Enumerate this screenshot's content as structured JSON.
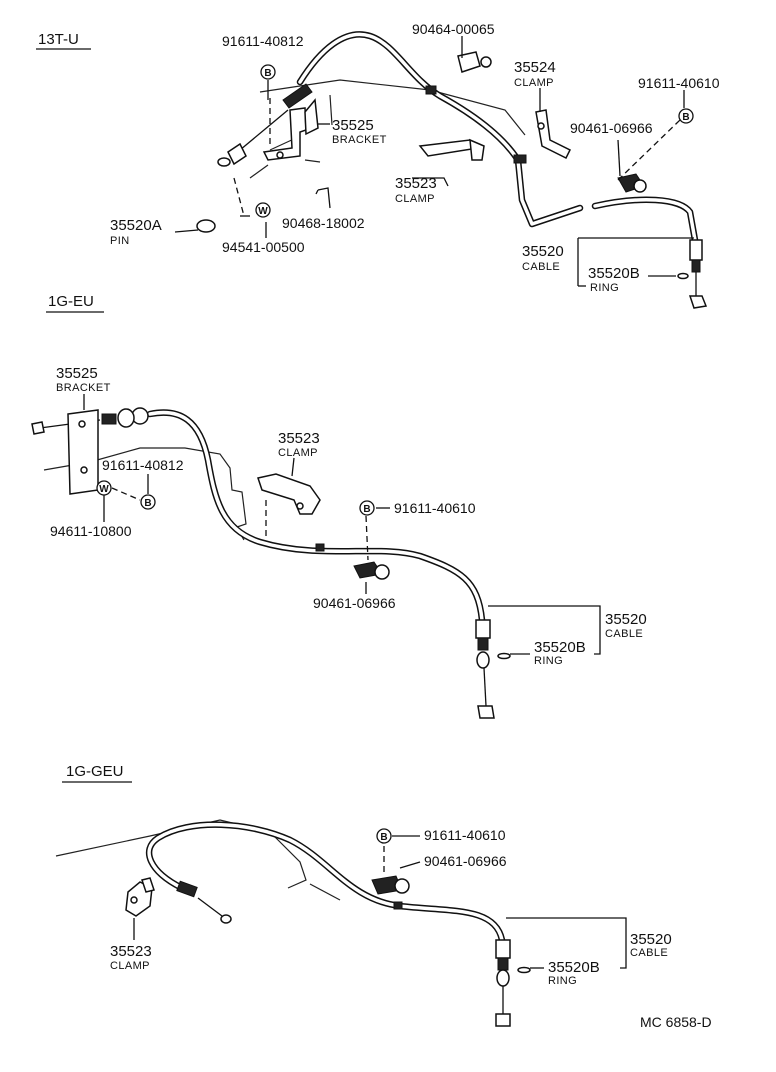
{
  "sections": {
    "s1": {
      "label": "13T-U"
    },
    "s2": {
      "label": "1G-EU"
    },
    "s3": {
      "label": "1G-GEU"
    }
  },
  "symbols": {
    "bolt": "B",
    "washer": "W"
  },
  "s1": {
    "bolt_a": "91611-40812",
    "nut": "90464-00065",
    "clamp_24_no": "35524",
    "clamp_24_name": "CLAMP",
    "bolt_b": "91611-40610",
    "clip_a": "90461-06966",
    "bracket_no": "35525",
    "bracket_name": "BRACKET",
    "clamp_23_no": "35523",
    "clamp_23_name": "CLAMP",
    "pin_no": "35520A",
    "pin_name": "PIN",
    "clip_b": "90468-18002",
    "washer": "94541-00500",
    "cable_no": "35520",
    "cable_name": "CABLE",
    "ring_no": "35520B",
    "ring_name": "RING"
  },
  "s2": {
    "bracket_no": "35525",
    "bracket_name": "BRACKET",
    "clamp_no": "35523",
    "clamp_name": "CLAMP",
    "bolt_a": "91611-40812",
    "washer": "94611-10800",
    "bolt_b": "91611-40610",
    "clip": "90461-06966",
    "cable_no": "35520",
    "cable_name": "CABLE",
    "ring_no": "35520B",
    "ring_name": "RING"
  },
  "s3": {
    "bolt": "91611-40610",
    "clip": "90461-06966",
    "clamp_no": "35523",
    "clamp_name": "CLAMP",
    "cable_no": "35520",
    "cable_name": "CABLE",
    "ring_no": "35520B",
    "ring_name": "RING"
  },
  "footer": {
    "code": "MC  6858-D"
  }
}
